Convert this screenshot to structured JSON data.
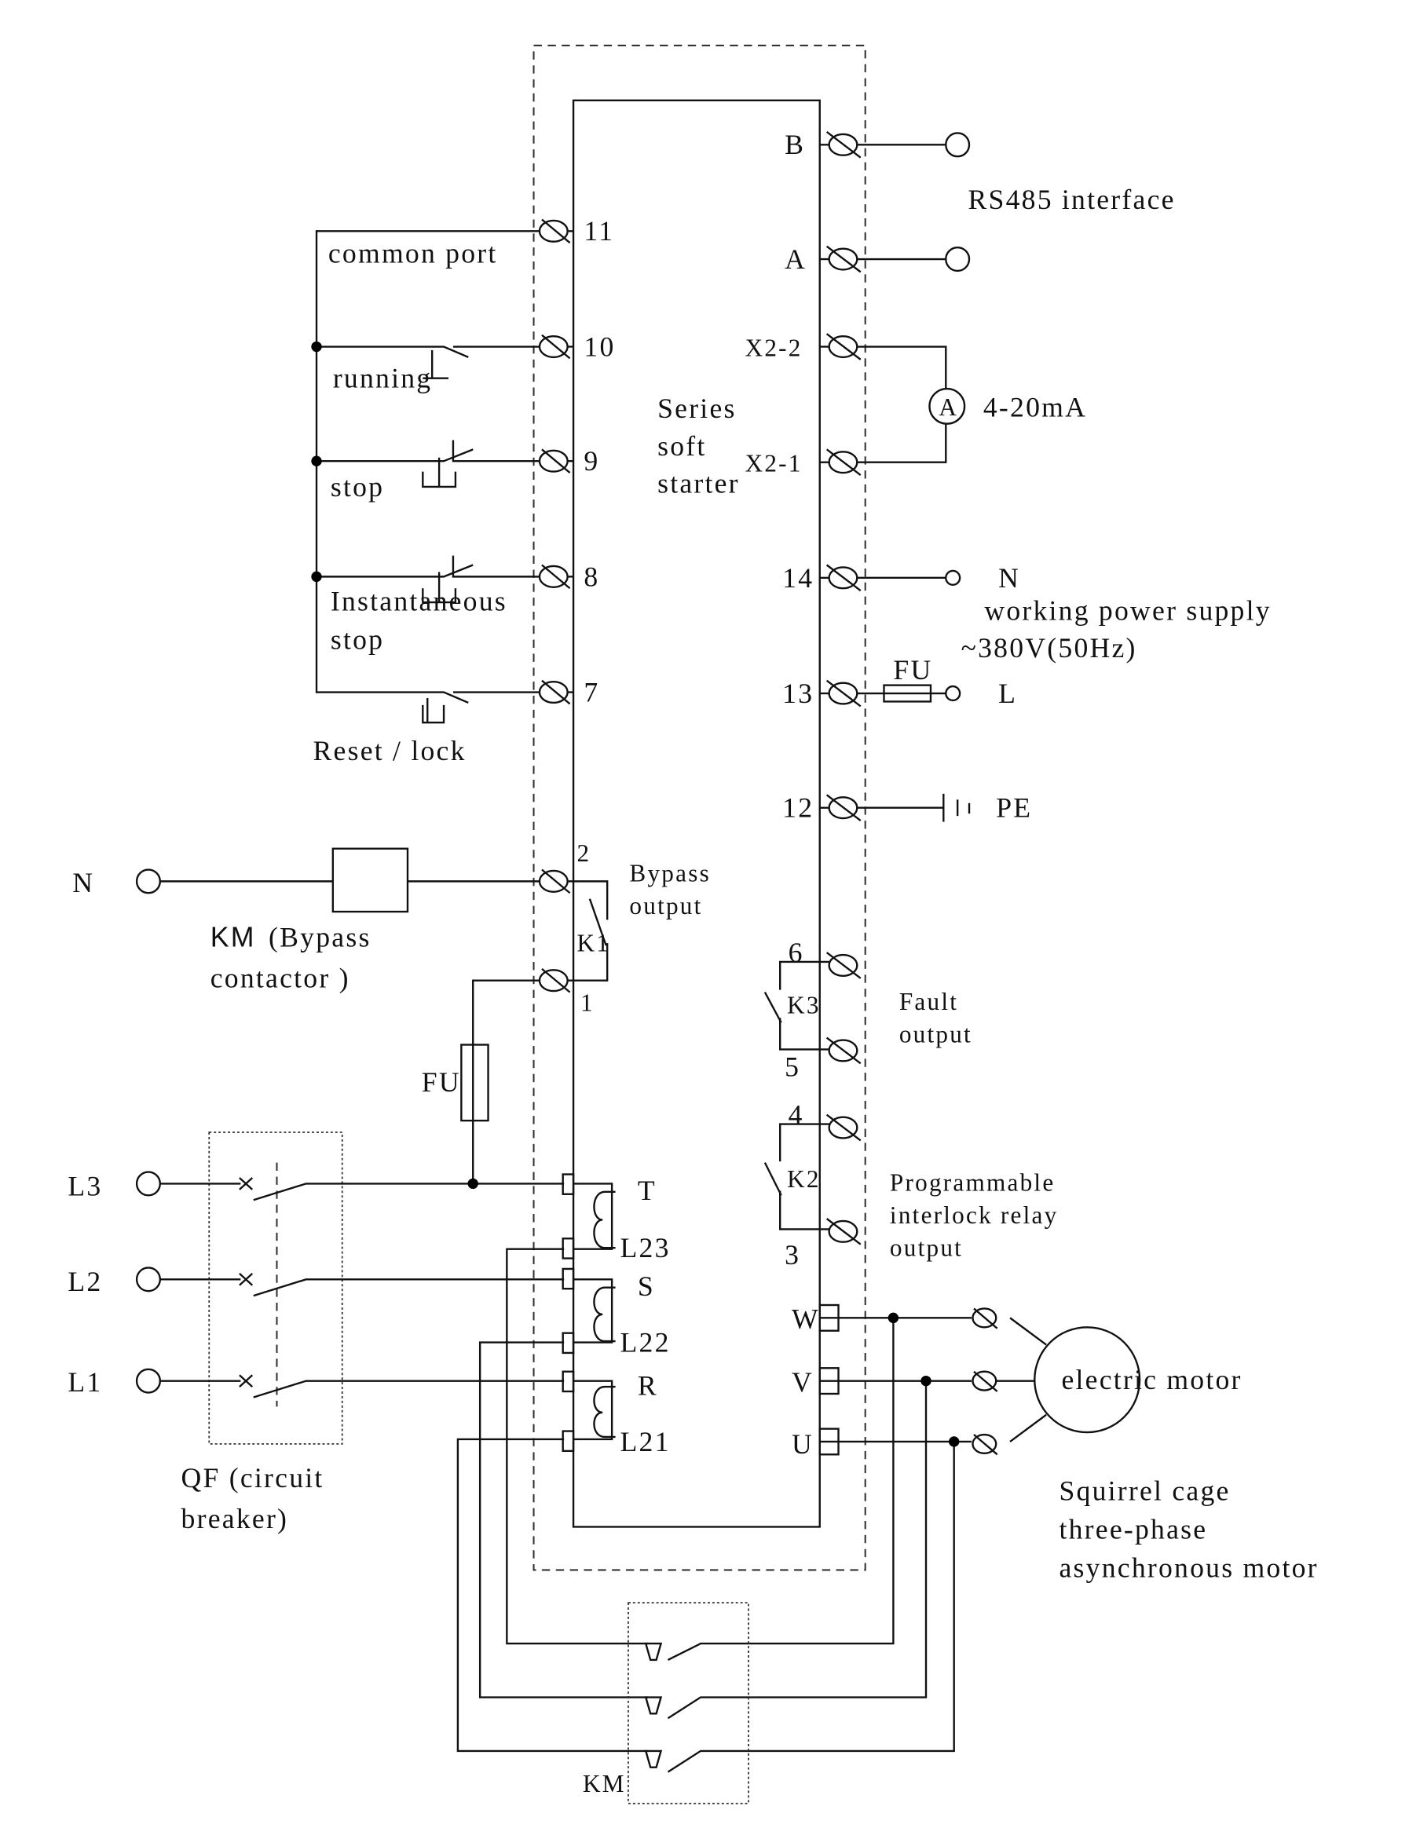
{
  "device": {
    "title_lines": [
      "Series",
      "soft",
      "starter"
    ]
  },
  "left_terminals": [
    {
      "id": "11",
      "label": "common port"
    },
    {
      "id": "10",
      "label": "running"
    },
    {
      "id": "9",
      "label": "stop"
    },
    {
      "id": "8",
      "label_lines": [
        "Instantaneous",
        "stop"
      ]
    },
    {
      "id": "7",
      "label": "Reset / lock"
    }
  ],
  "right_terminals": {
    "B": "B",
    "A": "A",
    "X22": "X2-2",
    "X21": "X2-1",
    "t14": "14",
    "t13": "13",
    "t12": "12",
    "t6": "6",
    "t5": "5",
    "t4": "4",
    "t3": "3",
    "W": "W",
    "V": "V",
    "U": "U"
  },
  "rs485": "RS485 interface",
  "ammeter": {
    "symbol": "A",
    "label": "4-20mA"
  },
  "power": {
    "n": "N",
    "label": "working power supply",
    "voltage": "~380V(50Hz)",
    "fu": "FU",
    "l": "L",
    "pe": "PE"
  },
  "bypass": {
    "t2": "2",
    "t1": "1",
    "relay": "K1",
    "label_lines": [
      "Bypass",
      "output"
    ],
    "n": "N",
    "km_prefix": "KM",
    "km_lines": [
      "(Bypass",
      "contactor )"
    ],
    "fu": "FU"
  },
  "fault": {
    "relay": "K3",
    "label_lines": [
      "Fault",
      "output"
    ]
  },
  "interlock": {
    "relay": "K2",
    "label_lines": [
      "Programmable",
      "interlock relay",
      "output"
    ]
  },
  "phases": {
    "L3": "L3",
    "L2": "L2",
    "L1": "L1",
    "T": "T",
    "L23": "L23",
    "S": "S",
    "L22": "L22",
    "R": "R",
    "L21": "L21"
  },
  "qf": {
    "label_lines": [
      "QF (circuit",
      "breaker)"
    ]
  },
  "motor": {
    "label": "electric motor",
    "desc_lines": [
      "Squirrel cage",
      "three-phase",
      "asynchronous motor"
    ]
  },
  "km_bottom": "KM"
}
